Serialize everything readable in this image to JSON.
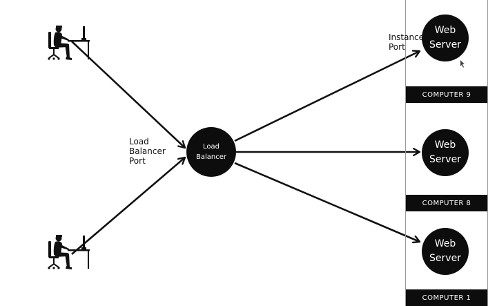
{
  "diagram": {
    "labels": {
      "load_balancer_port": "Load\nBalancer\nPort",
      "instance_port": "Instance\nPort"
    },
    "load_balancer": {
      "label": "Load\nBalancer"
    },
    "servers": [
      {
        "label": "Web\nServer",
        "computer": "COMPUTER 9"
      },
      {
        "label": "Web\nServer",
        "computer": "COMPUTER 8"
      },
      {
        "label": "Web\nServer",
        "computer": "COMPUTER 1"
      }
    ],
    "clients": [
      {
        "icon": "user-at-computer-icon"
      },
      {
        "icon": "user-at-computer-icon"
      }
    ],
    "colors": {
      "fill": "#0d0d0d",
      "line": "#111111",
      "column": "#9a9a9a"
    }
  }
}
